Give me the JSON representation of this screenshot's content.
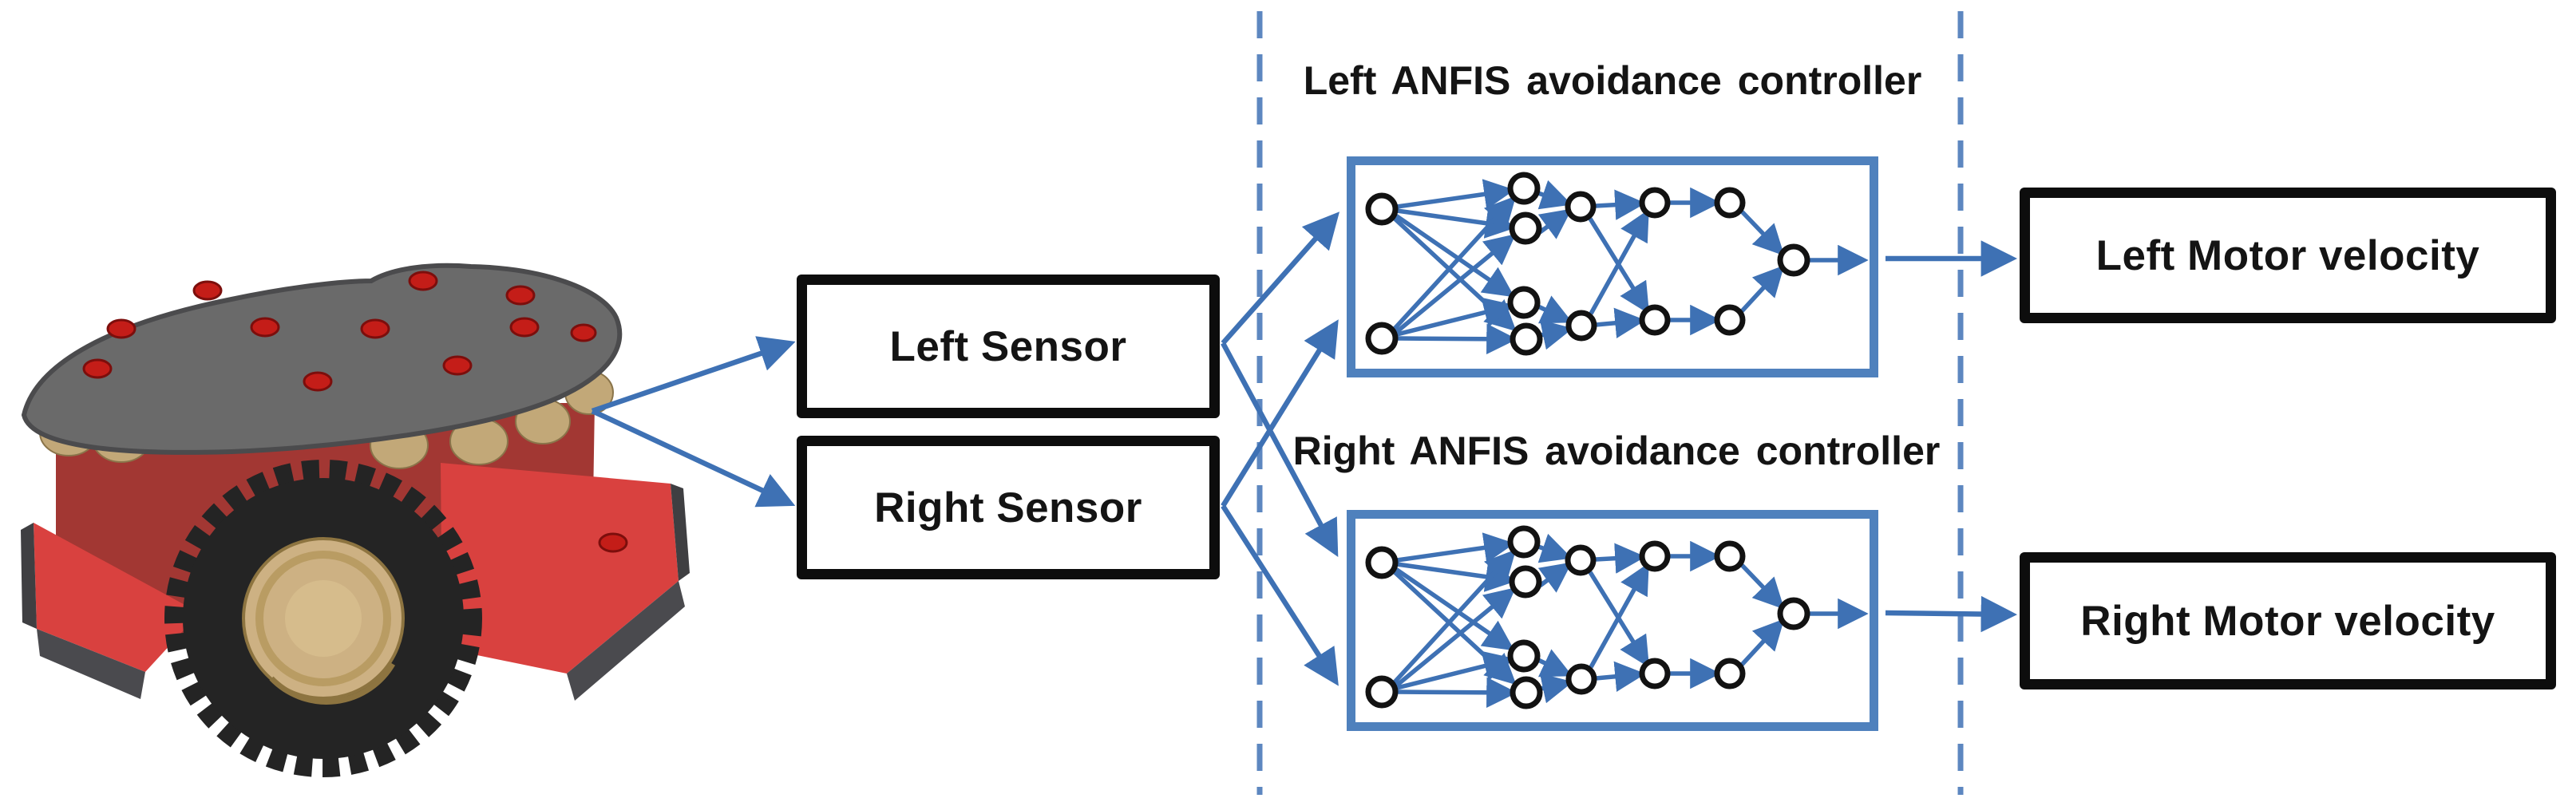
{
  "diagram": {
    "robot_illustration": "pioneer-3dx-mobile-robot",
    "sensors": {
      "left": {
        "label": "Left Sensor"
      },
      "right": {
        "label": "Right Sensor"
      }
    },
    "controllers": {
      "left": {
        "title": "Left ANFIS avoidance controller"
      },
      "right": {
        "title": "Right ANFIS avoidance controller"
      }
    },
    "outputs": {
      "left": {
        "label": "Left Motor velocity"
      },
      "right": {
        "label": "Right Motor velocity"
      }
    }
  },
  "colors": {
    "accent-blue": "#4f81bd",
    "arrow-blue": "#3e71b4",
    "dash-blue": "#5d87c0",
    "ink": "#141414",
    "box-border": "#0d0d0d",
    "robot-plate": "#6a6a6a",
    "robot-plate-edge": "#4b4b4d",
    "robot-body": "#a23733",
    "robot-bumper": "#d9413f",
    "robot-sonar": "#c2a878",
    "robot-tire": "#242424",
    "robot-hub": "#cdb183",
    "robot-knob": "#c41d18",
    "robot-skirt": "#4a4a4e"
  }
}
